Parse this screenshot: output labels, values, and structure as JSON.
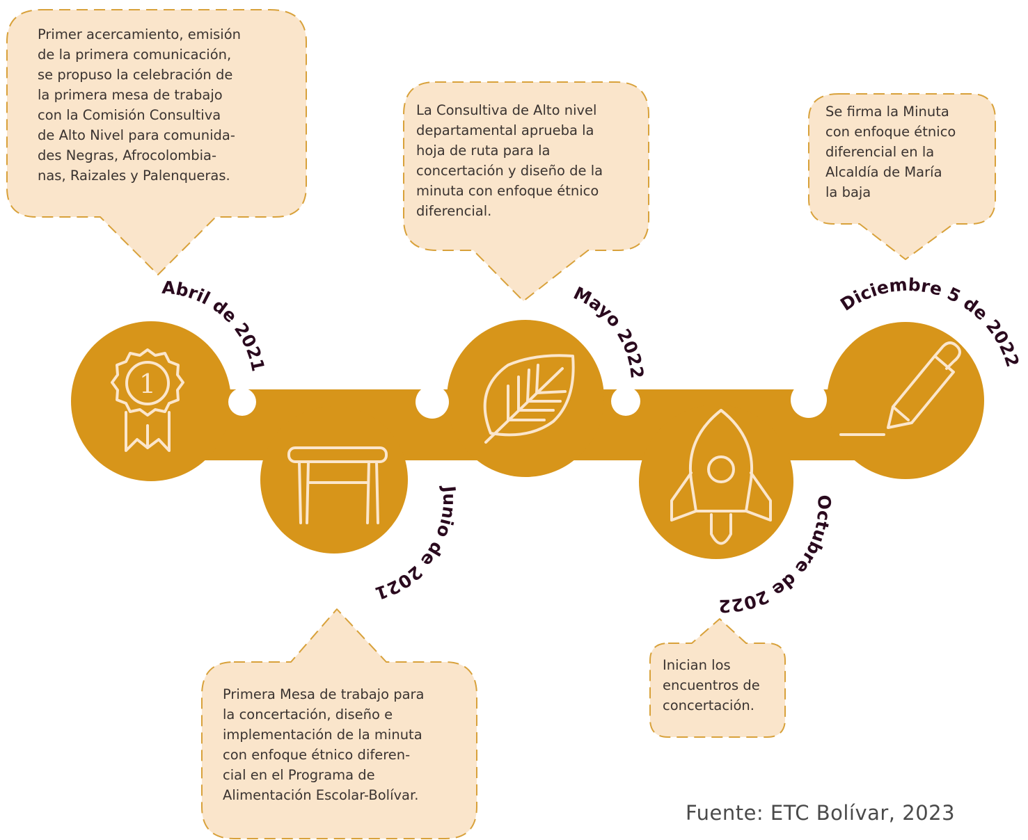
{
  "colors": {
    "accent": "#d7951a",
    "callout_fill": "#fae5cb",
    "callout_border": "#d8a13a",
    "icon_stroke": "#fbe6cc",
    "date_text": "#2a0a1e"
  },
  "milestones": [
    {
      "date": "Abril de  2021",
      "icon": "medal-icon",
      "text": "Primer acercamiento, emisión\nde la primera  comunicación,\nse propuso la celebración de\nla primera mesa de trabajo\ncon la Comisión Consultiva\nde Alto Nivel para comunida-\ndes Negras, Afrocolombia-\nnas, Raizales y Palenqueras."
    },
    {
      "date": "Junio de 2021",
      "icon": "table-icon",
      "text": "Primera Mesa de trabajo para\nla concertación, diseño e\nimplementación de la minuta\ncon enfoque étnico diferen-\ncial en el Programa de\nAlimentación Escolar-Bolívar."
    },
    {
      "date": "Mayo 2022",
      "icon": "leaf-icon",
      "text": "La Consultiva de Alto nivel\ndepartamental aprueba la\nhoja de ruta para la\nconcertación y diseño de la\nminuta con enfoque étnico\ndiferencial."
    },
    {
      "date": "Octubre de 2022",
      "icon": "rocket-icon",
      "text": "Inician los\nencuentros de\nconcertación."
    },
    {
      "date": "Diciembre 5 de 2022",
      "icon": "pen-icon",
      "text": "Se firma la Minuta\ncon enfoque étnico\ndiferencial en la\nAlcaldía de María\nla baja"
    }
  ],
  "source": "Fuente: ETC Bolívar, 2023"
}
